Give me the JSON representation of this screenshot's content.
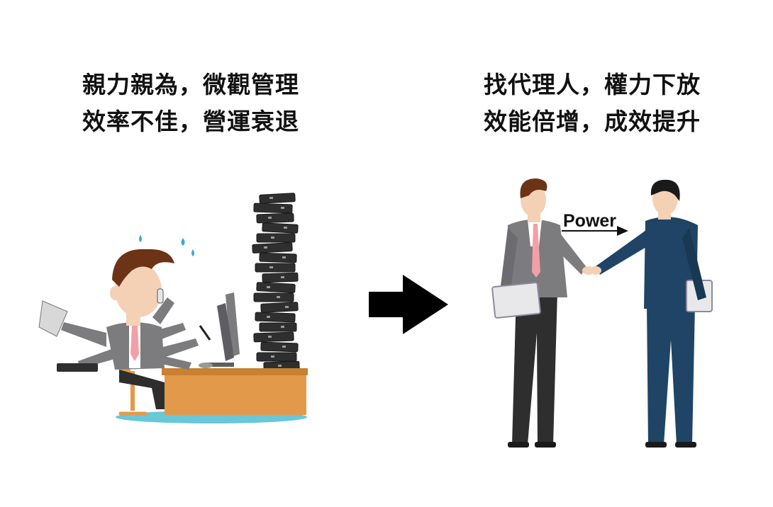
{
  "left_panel": {
    "caption_lines": [
      "親力親為，微觀管理",
      "效率不佳，營運衰退"
    ]
  },
  "right_panel": {
    "caption_lines": [
      "找代理人，權力下放",
      "效能倍增，成效提升"
    ],
    "arrow_label": "Power"
  },
  "icons": {
    "center": "right-arrow-icon",
    "left_illustration": "overworked-businessman-illustration",
    "right_illustration": "handshake-delegation-illustration"
  },
  "colors": {
    "background": "#ffffff",
    "text": "#111111",
    "suit_grey": "#7c7c7f",
    "suit_navy": "#1f4466",
    "desk_orange": "#e29a4a",
    "tie_pink": "#f1a0a6",
    "hair_brown": "#6d3317",
    "floor_blue": "#68c7d8"
  }
}
